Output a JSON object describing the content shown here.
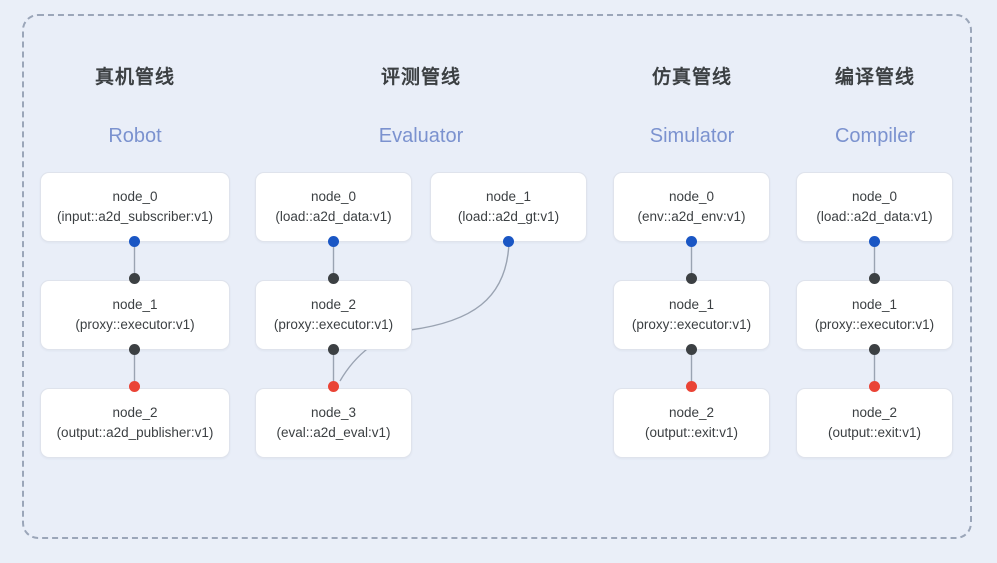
{
  "diagram": {
    "background_color": "#eaeff8",
    "frame_border_color": "#9ba6b9",
    "title_color": "#3c4043",
    "subtitle_color": "#7b92cf",
    "dot_colors": {
      "input": "#1a56c4",
      "link": "#3c4043",
      "output": "#ea4335"
    },
    "edge_color": "#9aa3b2"
  },
  "columns": [
    {
      "title": "真机管线",
      "subtitle": "Robot",
      "nodes": [
        {
          "name": "node_0",
          "type": "(input::a2d_subscriber:v1)"
        },
        {
          "name": "node_1",
          "type": "(proxy::executor:v1)"
        },
        {
          "name": "node_2",
          "type": "(output::a2d_publisher:v1)"
        }
      ]
    },
    {
      "title": "评测管线",
      "subtitle": "Evaluator",
      "nodes": [
        {
          "name": "node_0",
          "type": "(load::a2d_data:v1)"
        },
        {
          "name": "node_1",
          "type": "(load::a2d_gt:v1)"
        },
        {
          "name": "node_2",
          "type": "(proxy::executor:v1)"
        },
        {
          "name": "node_3",
          "type": "(eval::a2d_eval:v1)"
        }
      ]
    },
    {
      "title": "仿真管线",
      "subtitle": "Simulator",
      "nodes": [
        {
          "name": "node_0",
          "type": "(env::a2d_env:v1)"
        },
        {
          "name": "node_1",
          "type": "(proxy::executor:v1)"
        },
        {
          "name": "node_2",
          "type": "(output::exit:v1)"
        }
      ]
    },
    {
      "title": "编译管线",
      "subtitle": "Compiler",
      "nodes": [
        {
          "name": "node_0",
          "type": "(load::a2d_data:v1)"
        },
        {
          "name": "node_1",
          "type": "(proxy::executor:v1)"
        },
        {
          "name": "node_2",
          "type": "(output::exit:v1)"
        }
      ]
    }
  ]
}
